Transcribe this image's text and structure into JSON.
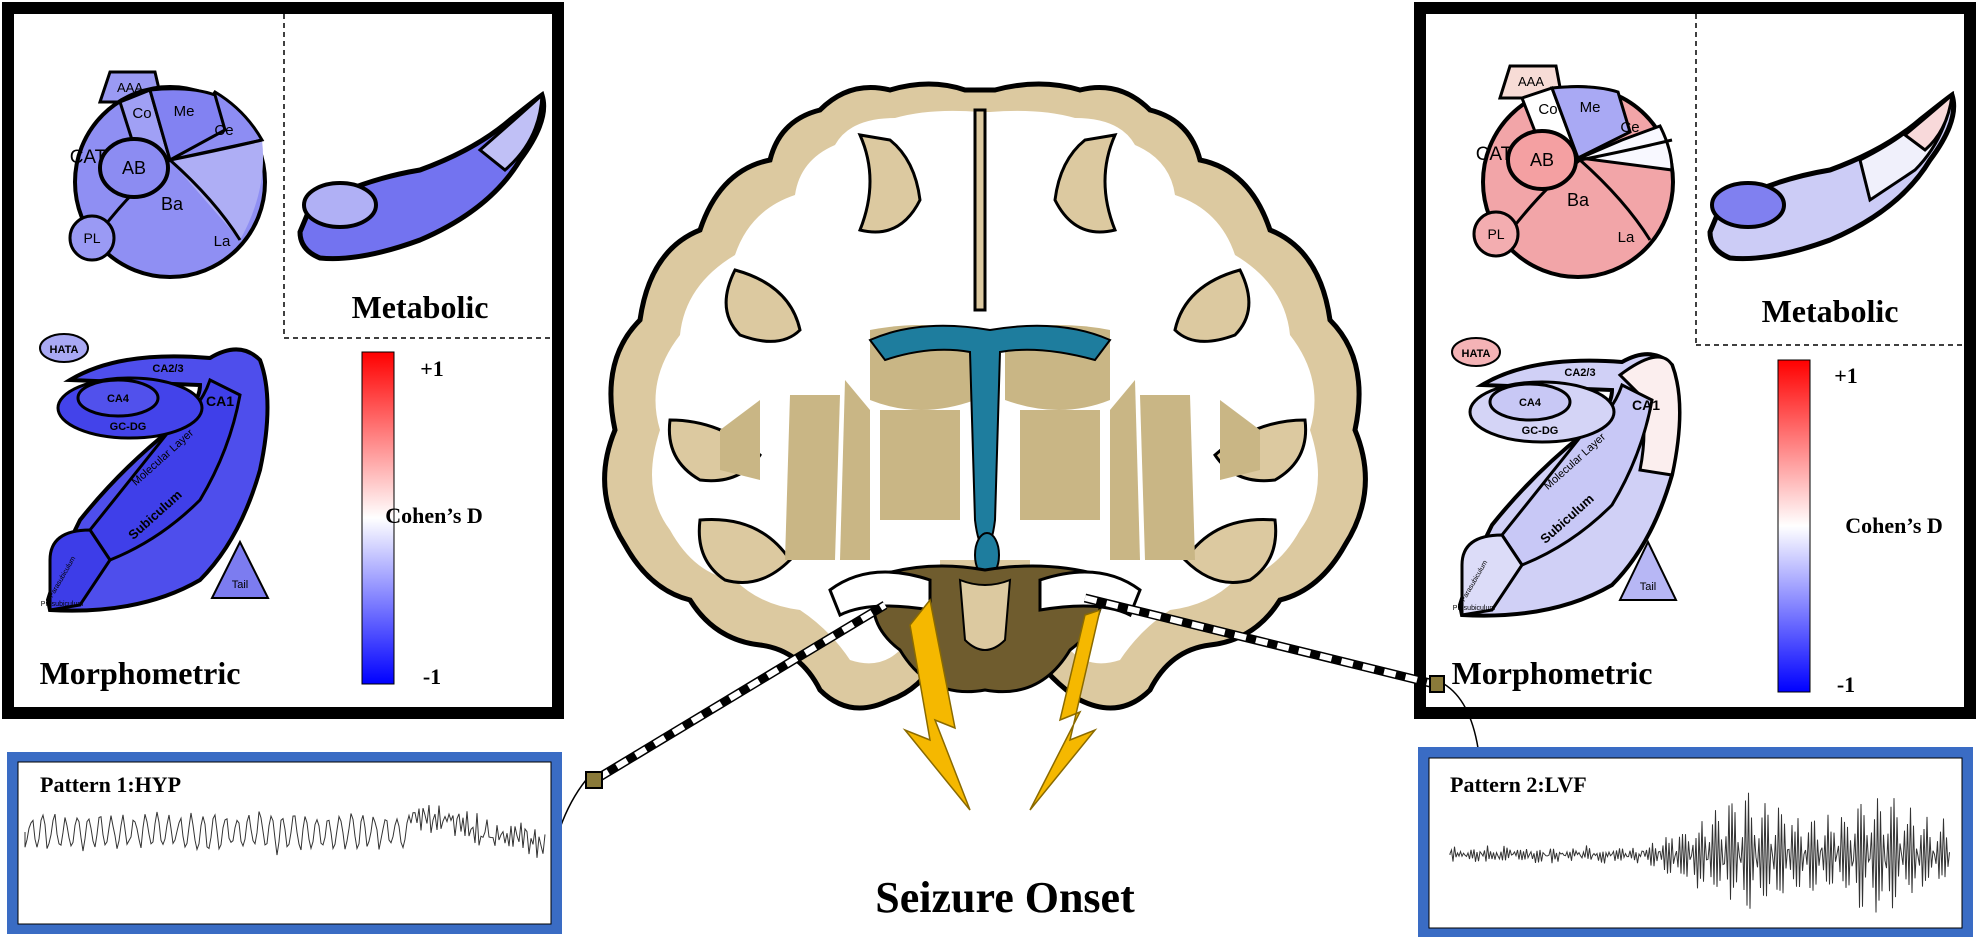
{
  "title": "Seizure Onset",
  "colorbar": {
    "max_label": "+1",
    "min_label": "-1",
    "label": "Cohen’s D",
    "top_color": "#ff0000",
    "mid_color": "#ffffff",
    "bottom_color": "#0000ff"
  },
  "left_panel": {
    "metabolic_label": "Metabolic",
    "morphometric_label": "Morphometric",
    "amygdala": {
      "AAA": "AAA",
      "Co": "Co",
      "Me": "Me",
      "Ce": "Ce",
      "CAT": "CAT",
      "AB": "AB",
      "Ba": "Ba",
      "PL": "PL",
      "La": "La"
    },
    "hippocampus": {
      "HATA": "HATA",
      "CA23": "CA2/3",
      "CA4": "CA4",
      "CA1": "CA1",
      "GCDG": "GC-DG",
      "Molecular": "Molecular Layer",
      "Subiculum": "Subiculum",
      "Parasubiculum": "Parasubiculum",
      "Presubiculum": "Presubiculum",
      "Tail": "Tail"
    }
  },
  "right_panel": {
    "metabolic_label": "Metabolic",
    "morphometric_label": "Morphometric",
    "amygdala": {
      "AAA": "AAA",
      "Co": "Co",
      "Me": "Me",
      "Ce": "Ce",
      "CAT": "CAT",
      "AB": "AB",
      "Ba": "Ba",
      "PL": "PL",
      "La": "La"
    },
    "hippocampus": {
      "HATA": "HATA",
      "CA23": "CA2/3",
      "CA4": "CA4",
      "CA1": "CA1",
      "GCDG": "GC-DG",
      "Molecular": "Molecular Layer",
      "Subiculum": "Subiculum",
      "Parasubiculum": "Parasubiculum",
      "Presubiculum": "Presubiculum",
      "Tail": "Tail"
    }
  },
  "eeg_left": {
    "label": "Pattern 1:HYP"
  },
  "eeg_right": {
    "label": "Pattern 2:LVF"
  },
  "colors": {
    "left_amygdala": "#8f8ff3",
    "left_hippo": "#5050ee",
    "right_amygdala": "#f2a5a8",
    "right_hippo": "#cfcff6",
    "brain_tissue": "#dcc9a0",
    "ventricle": "#1e7d9e",
    "deep_nuclei": "#c9b685",
    "brainstem": "#6f5c2e",
    "lightning": "#f5b800",
    "eeg_border": "#3a6cc4"
  }
}
